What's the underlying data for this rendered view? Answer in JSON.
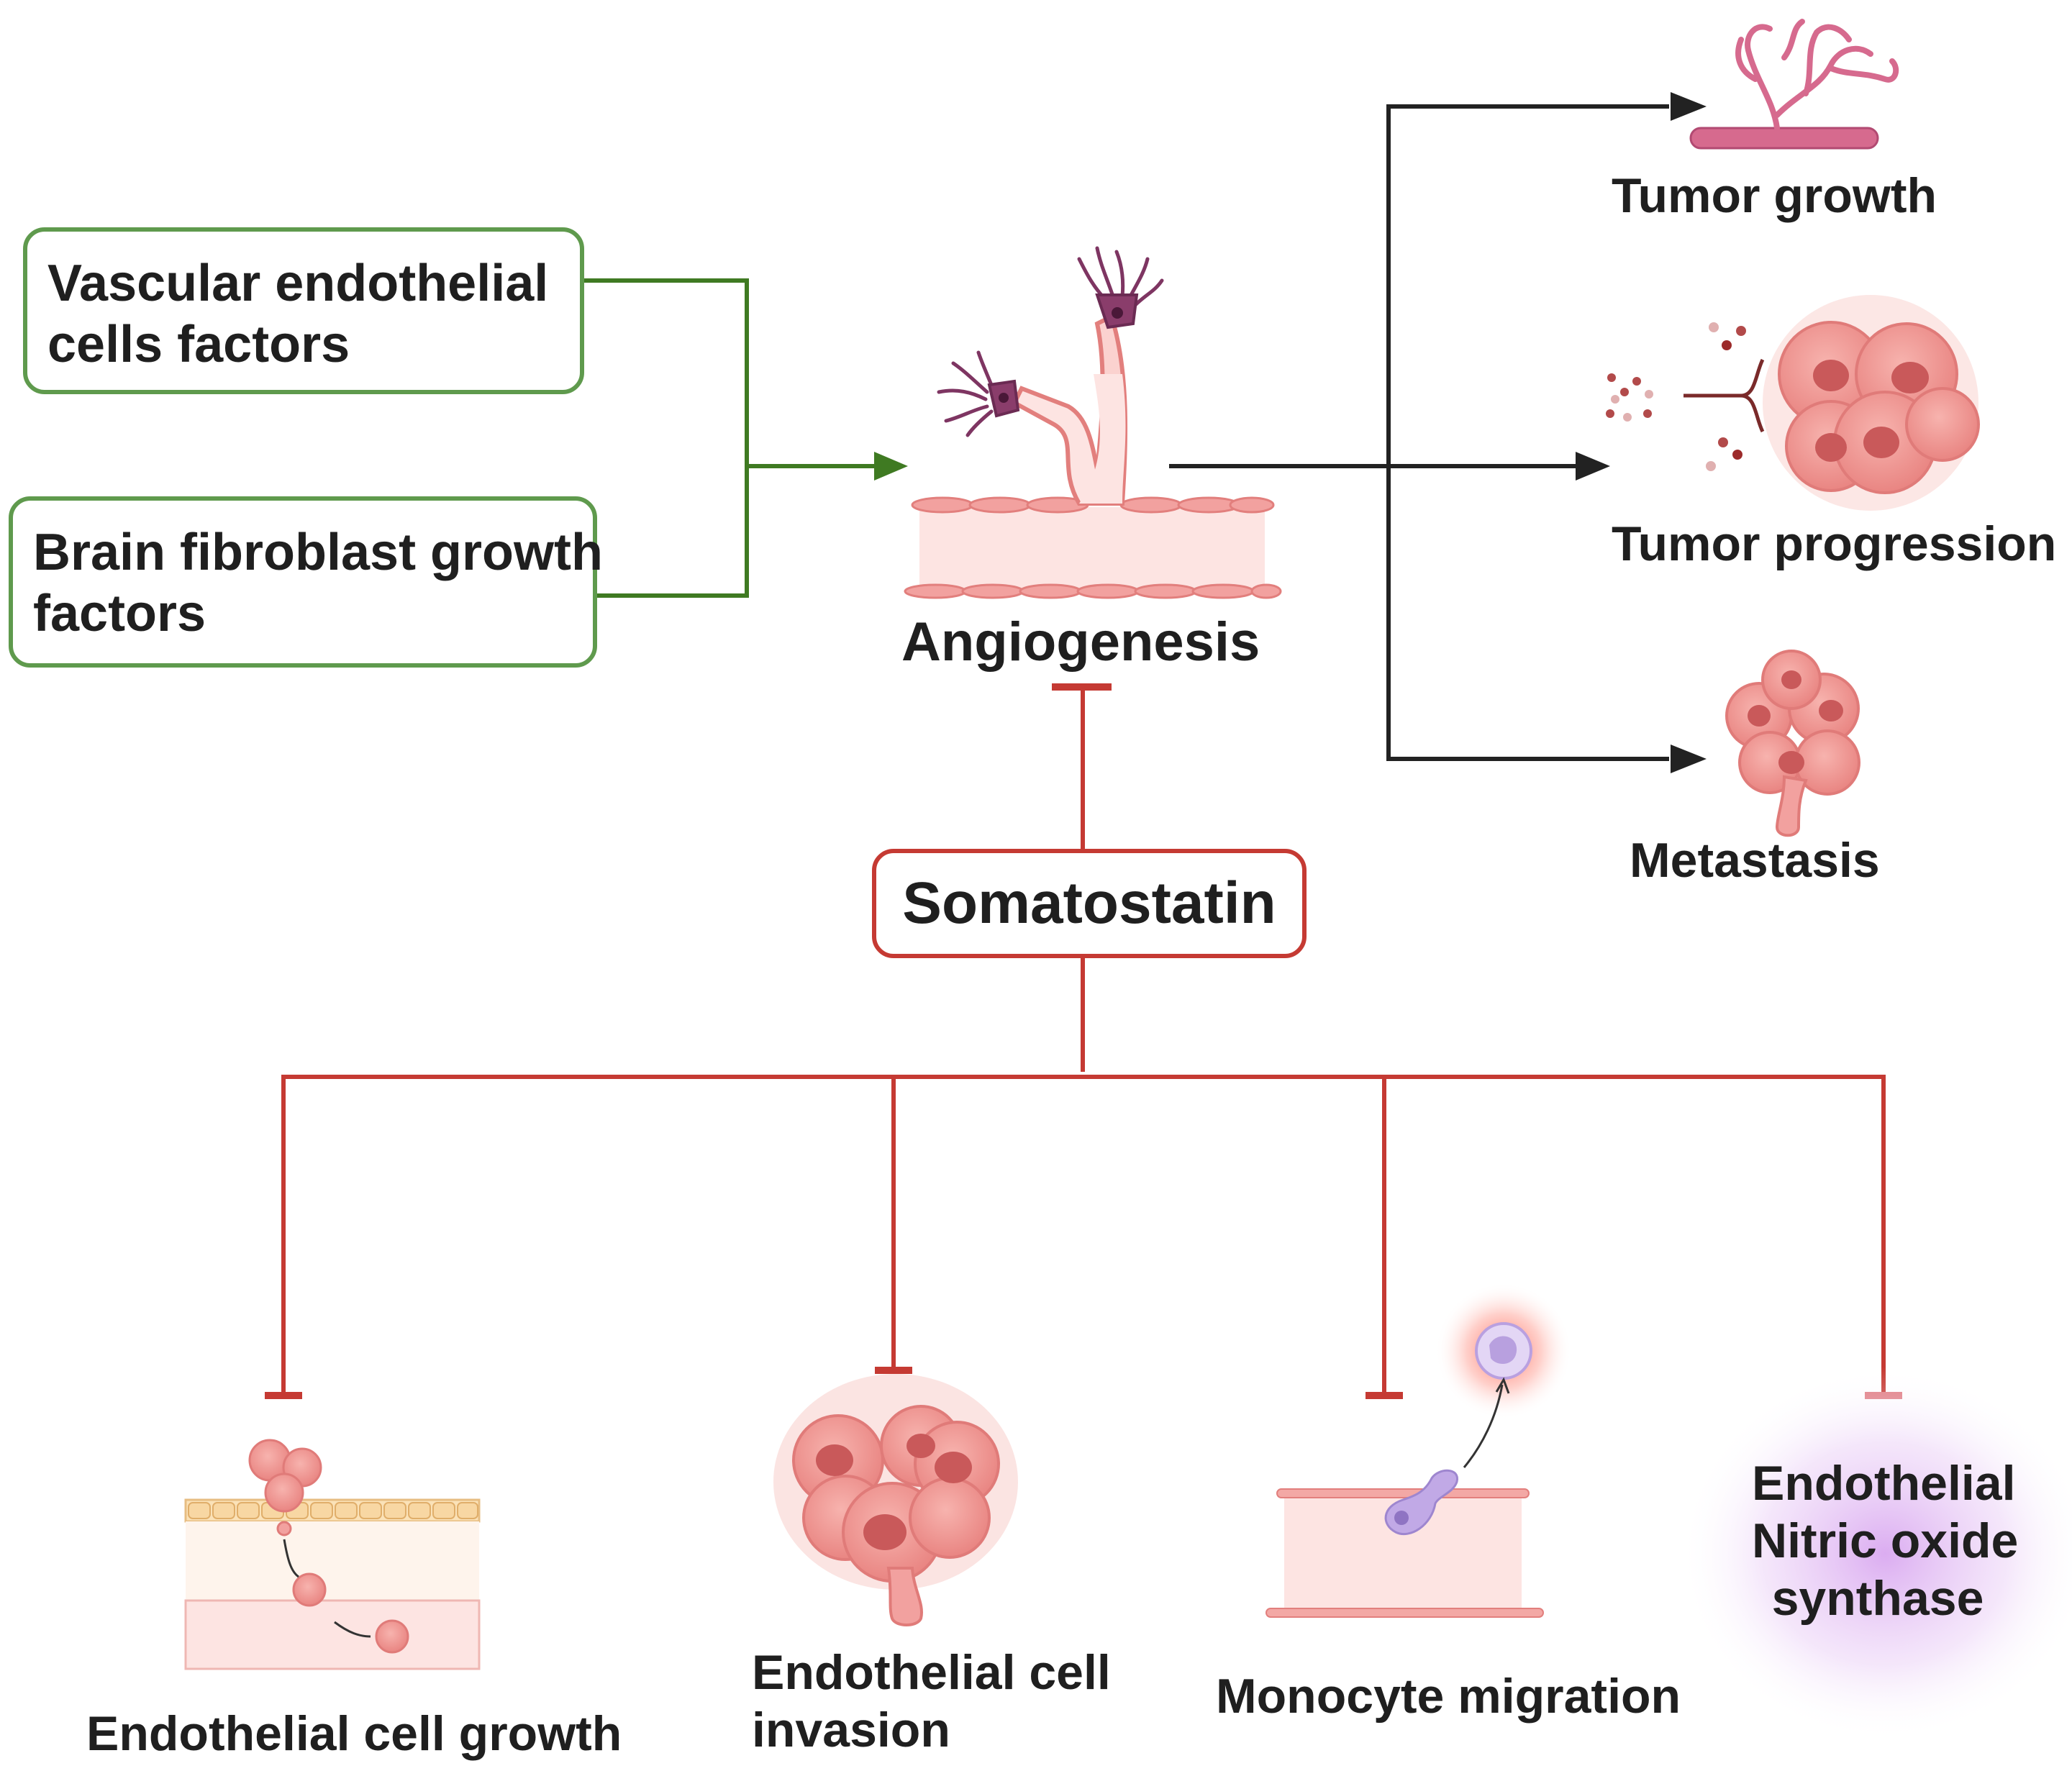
{
  "inputs": {
    "vascular": "Vascular endothelial cells factors",
    "vascular_line1": "Vascular endothelial",
    "vascular_line2": "cells factors",
    "brain_line1": "Brain fibroblast growth",
    "brain_line2": "factors"
  },
  "center": {
    "angiogenesis": "Angiogenesis",
    "somatostatin": "Somatostatin"
  },
  "outcomes": {
    "tumor_growth": "Tumor growth",
    "tumor_progression": "Tumor progression",
    "metastasis": "Metastasis"
  },
  "inhibited": {
    "growth": "Endothelial cell growth",
    "invasion_line1": "Endothelial cell",
    "invasion_line2": "invasion",
    "monocyte": "Monocyte migration",
    "enos_line1": "Endothelial",
    "enos_line2": "Nitric oxide",
    "enos_line3": "synthase"
  },
  "colors": {
    "activation_green": "#3f7a22",
    "inhibition_red": "#c53a33",
    "arrow_black": "#222222",
    "cell_pink": "#f08f8f",
    "cell_light": "#fbe1df",
    "monocyte_purple": "#b9a0e0"
  }
}
